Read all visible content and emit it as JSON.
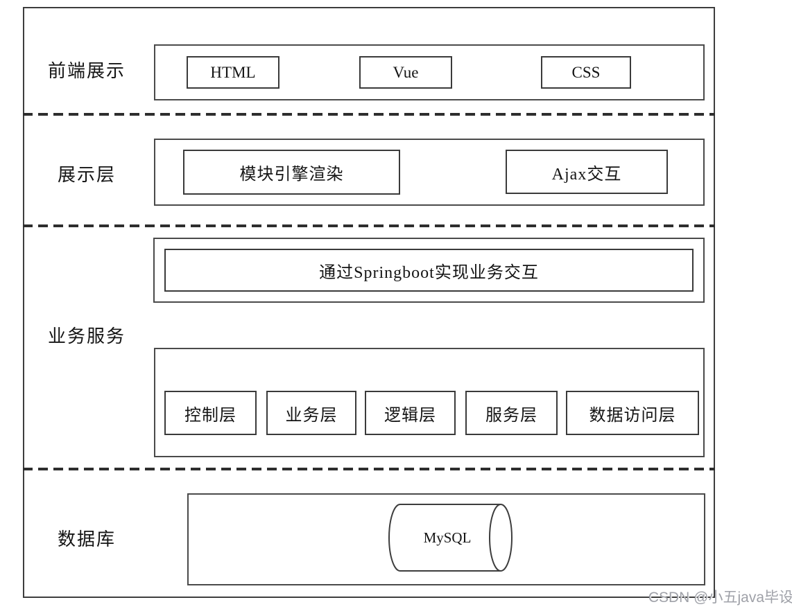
{
  "colors": {
    "line": "#3d3d3d",
    "text": "#141414",
    "watermark": "#9fa1a8",
    "background": "#ffffff"
  },
  "layers": {
    "frontend": {
      "label": "前端展示",
      "items": [
        "HTML",
        "Vue",
        "CSS"
      ]
    },
    "display": {
      "label": "展示层",
      "items": [
        "模块引擎渲染",
        "Ajax交互"
      ]
    },
    "business": {
      "label": "业务服务",
      "banner": "通过Springboot实现业务交互",
      "items": [
        "控制层",
        "业务层",
        "逻辑层",
        "服务层",
        "数据访问层"
      ]
    },
    "database": {
      "label": "数据库",
      "db": "MySQL"
    }
  },
  "watermark": {
    "text": "CSDN @小五java毕设"
  }
}
